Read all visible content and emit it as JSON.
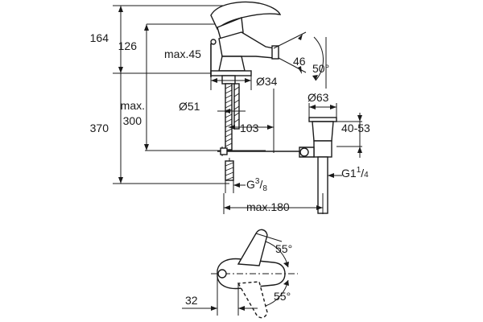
{
  "dimensions": {
    "h164": "164",
    "h126": "126",
    "max45": "max.45",
    "d46": "46",
    "a50": "50°",
    "dia34": "Ø34",
    "max300_a": "max.",
    "max300_b": "300",
    "h370": "370",
    "dia51": "Ø51",
    "d103": "103",
    "dia63": "Ø63",
    "r4053": "40-53",
    "g1_main": "G1",
    "g1_frac_num": "1",
    "g1_frac_den": "4",
    "g38_main": "G",
    "g38_num": "3",
    "g38_den": "8",
    "max180": "max.180",
    "a55_top": "55°",
    "d32": "32",
    "a55_bottom": "55°"
  }
}
